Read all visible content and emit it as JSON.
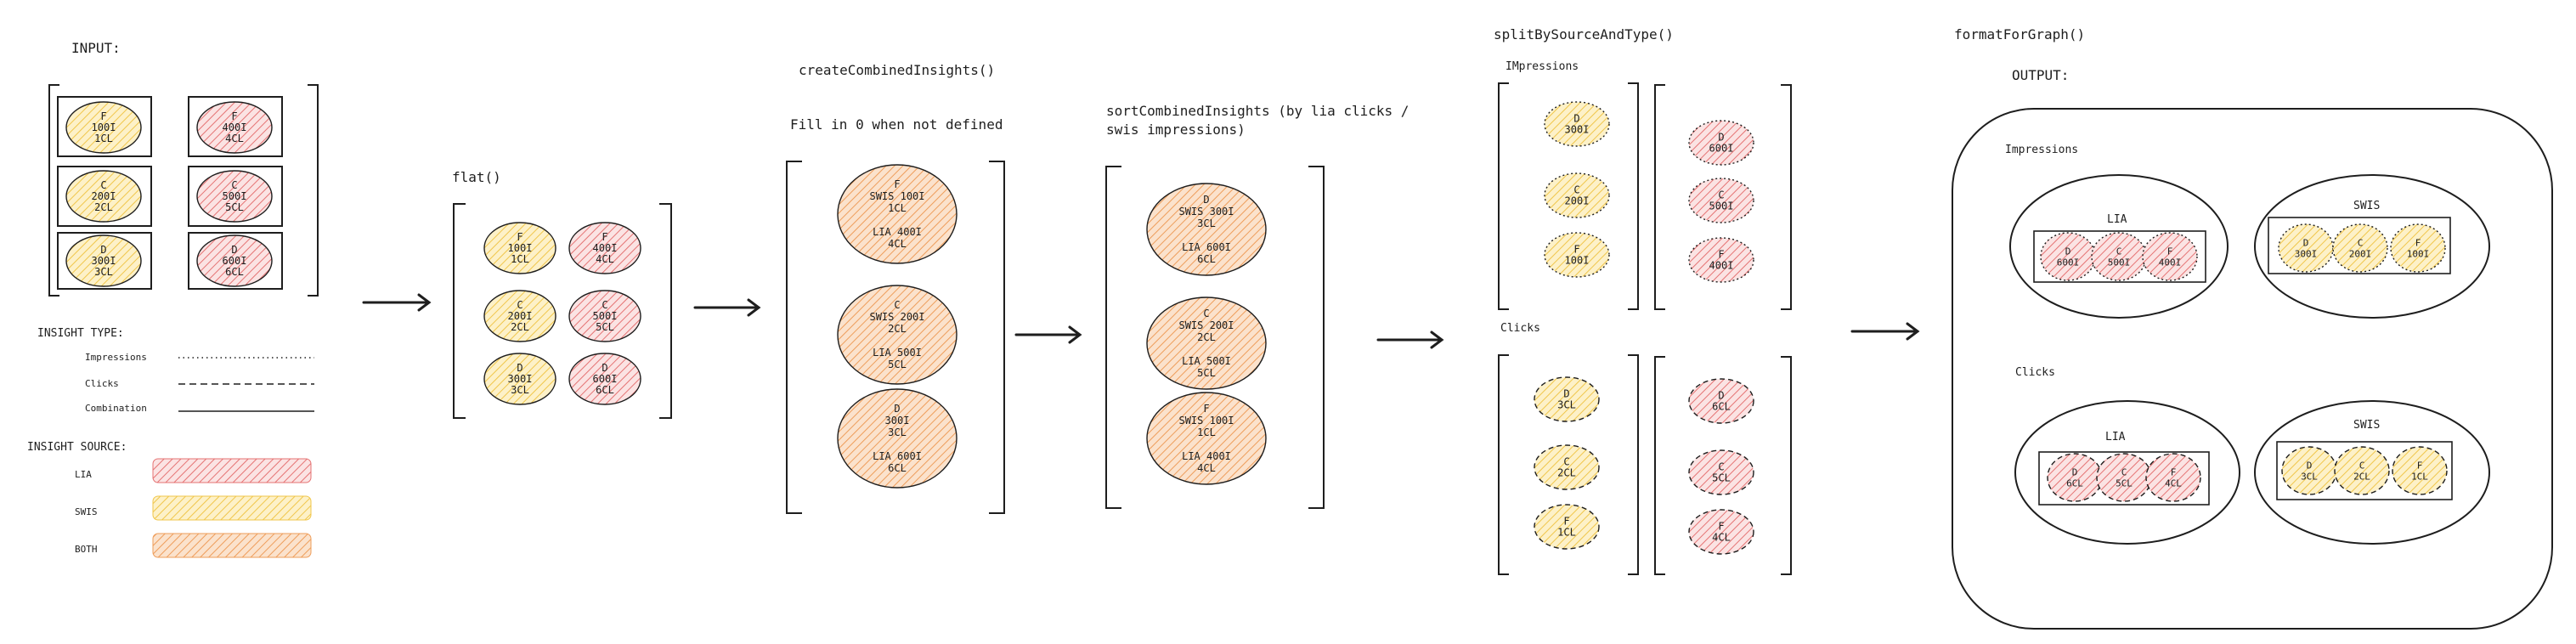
{
  "colors": {
    "lia": "#f2a3a3",
    "swis": "#f5d77a",
    "both": "#f3b27a",
    "stroke": "#1e1e1e"
  },
  "input": {
    "title": "INPUT:",
    "rows": [
      {
        "swis": [
          "F",
          "100I",
          "1CL"
        ],
        "lia": [
          "F",
          "400I",
          "4CL"
        ]
      },
      {
        "swis": [
          "C",
          "200I",
          "2CL"
        ],
        "lia": [
          "C",
          "500I",
          "5CL"
        ]
      },
      {
        "swis": [
          "D",
          "300I",
          "3CL"
        ],
        "lia": [
          "D",
          "600I",
          "6CL"
        ]
      }
    ]
  },
  "legend": {
    "type_title": "INSIGHT TYPE:",
    "impressions": "Impressions",
    "clicks": "Clicks",
    "combination": "Combination",
    "source_title": "INSIGHT SOURCE:",
    "lia": "LIA",
    "swis": "SWIS",
    "both": "BOTH"
  },
  "flat": {
    "title": "flat()",
    "rows": [
      {
        "swis": [
          "F",
          "100I",
          "1CL"
        ],
        "lia": [
          "F",
          "400I",
          "4CL"
        ]
      },
      {
        "swis": [
          "C",
          "200I",
          "2CL"
        ],
        "lia": [
          "C",
          "500I",
          "5CL"
        ]
      },
      {
        "swis": [
          "D",
          "300I",
          "3CL"
        ],
        "lia": [
          "D",
          "600I",
          "6CL"
        ]
      }
    ]
  },
  "combined": {
    "title": "createCombinedInsights()",
    "note": "Fill in 0 when not defined",
    "items": [
      [
        "F",
        "SWIS 100I",
        "1CL",
        "",
        "LIA 400I",
        "4CL"
      ],
      [
        "C",
        "SWIS 200I",
        "2CL",
        "",
        "LIA 500I",
        "5CL"
      ],
      [
        "D",
        "300I",
        "3CL",
        "",
        "LIA 600I",
        "6CL"
      ]
    ]
  },
  "sorted": {
    "title_line1": "sortCombinedInsights (by lia clicks /",
    "title_line2": "swis impressions)",
    "items": [
      [
        "D",
        "SWIS 300I",
        "3CL",
        "",
        "LIA 600I",
        "6CL"
      ],
      [
        "C",
        "SWIS 200I",
        "2CL",
        "",
        "LIA 500I",
        "5CL"
      ],
      [
        "F",
        "SWIS 100I",
        "1CL",
        "",
        "LIA 400I",
        "4CL"
      ]
    ]
  },
  "split": {
    "title": "splitBySourceAndType()",
    "impressions_label": "IMpressions",
    "clicks_label": "Clicks",
    "impressions_swis": [
      [
        "D",
        "300I"
      ],
      [
        "C",
        "200I"
      ],
      [
        "F",
        "100I"
      ]
    ],
    "impressions_lia": [
      [
        "D",
        "600I"
      ],
      [
        "C",
        "500I"
      ],
      [
        "F",
        "400I"
      ]
    ],
    "clicks_swis": [
      [
        "D",
        "3CL"
      ],
      [
        "C",
        "2CL"
      ],
      [
        "F",
        "1CL"
      ]
    ],
    "clicks_lia": [
      [
        "D",
        "6CL"
      ],
      [
        "C",
        "5CL"
      ],
      [
        "F",
        "4CL"
      ]
    ]
  },
  "format": {
    "title": "formatForGraph()",
    "output_label": "OUTPUT:",
    "impressions_label": "Impressions",
    "clicks_label": "Clicks",
    "lia": "LIA",
    "swis": "SWIS",
    "imp_lia": [
      [
        "D",
        "600I"
      ],
      [
        "C",
        "500I"
      ],
      [
        "F",
        "400I"
      ]
    ],
    "imp_swis": [
      [
        "D",
        "300I"
      ],
      [
        "C",
        "200I"
      ],
      [
        "F",
        "100I"
      ]
    ],
    "clk_lia": [
      [
        "D",
        "6CL"
      ],
      [
        "C",
        "5CL"
      ],
      [
        "F",
        "4CL"
      ]
    ],
    "clk_swis": [
      [
        "D",
        "3CL"
      ],
      [
        "C",
        "2CL"
      ],
      [
        "F",
        "1CL"
      ]
    ]
  }
}
